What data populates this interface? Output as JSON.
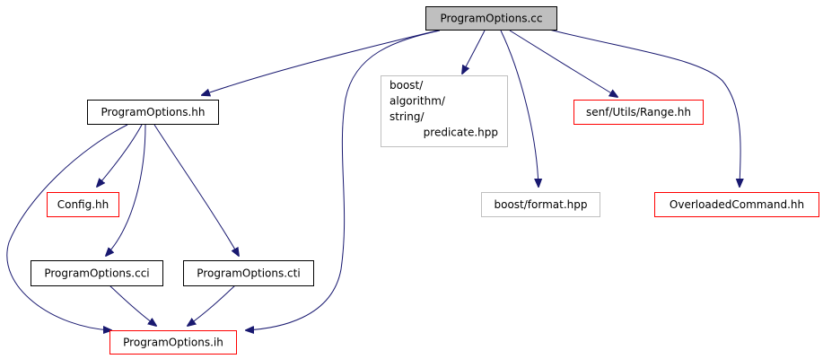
{
  "colors": {
    "edge": "#191970",
    "border_default": "#000000",
    "border_red": "#ff0000",
    "border_gray": "#bfbfbf",
    "root_fill": "#bfbfbf",
    "node_fill": "#ffffff"
  },
  "nodes": [
    {
      "id": "ProgramOptions.cc",
      "label": "ProgramOptions.cc",
      "style": "root"
    },
    {
      "id": "ProgramOptions.hh",
      "label": "ProgramOptions.hh",
      "style": "default"
    },
    {
      "id": "boost/algorithm/string/predicate.hpp",
      "label": [
        "boost/",
        "algorithm/",
        "string/",
        "predicate.hpp"
      ],
      "style": "gray"
    },
    {
      "id": "senf/Utils/Range.hh",
      "label": "senf/Utils/Range.hh",
      "style": "red"
    },
    {
      "id": "Config.hh",
      "label": "Config.hh",
      "style": "red"
    },
    {
      "id": "boost/format.hpp",
      "label": "boost/format.hpp",
      "style": "gray"
    },
    {
      "id": "OverloadedCommand.hh",
      "label": "OverloadedCommand.hh",
      "style": "red"
    },
    {
      "id": "ProgramOptions.cci",
      "label": "ProgramOptions.cci",
      "style": "default"
    },
    {
      "id": "ProgramOptions.cti",
      "label": "ProgramOptions.cti",
      "style": "default"
    },
    {
      "id": "ProgramOptions.ih",
      "label": "ProgramOptions.ih",
      "style": "red"
    }
  ],
  "edges": [
    {
      "from": "ProgramOptions.cc",
      "to": "ProgramOptions.hh"
    },
    {
      "from": "ProgramOptions.cc",
      "to": "ProgramOptions.ih"
    },
    {
      "from": "ProgramOptions.cc",
      "to": "boost/algorithm/string/predicate.hpp"
    },
    {
      "from": "ProgramOptions.cc",
      "to": "boost/format.hpp"
    },
    {
      "from": "ProgramOptions.cc",
      "to": "senf/Utils/Range.hh"
    },
    {
      "from": "ProgramOptions.cc",
      "to": "OverloadedCommand.hh"
    },
    {
      "from": "ProgramOptions.hh",
      "to": "Config.hh"
    },
    {
      "from": "ProgramOptions.hh",
      "to": "ProgramOptions.cci"
    },
    {
      "from": "ProgramOptions.hh",
      "to": "ProgramOptions.cti"
    },
    {
      "from": "ProgramOptions.hh",
      "to": "ProgramOptions.ih"
    },
    {
      "from": "ProgramOptions.cci",
      "to": "ProgramOptions.ih"
    },
    {
      "from": "ProgramOptions.cti",
      "to": "ProgramOptions.ih"
    }
  ]
}
